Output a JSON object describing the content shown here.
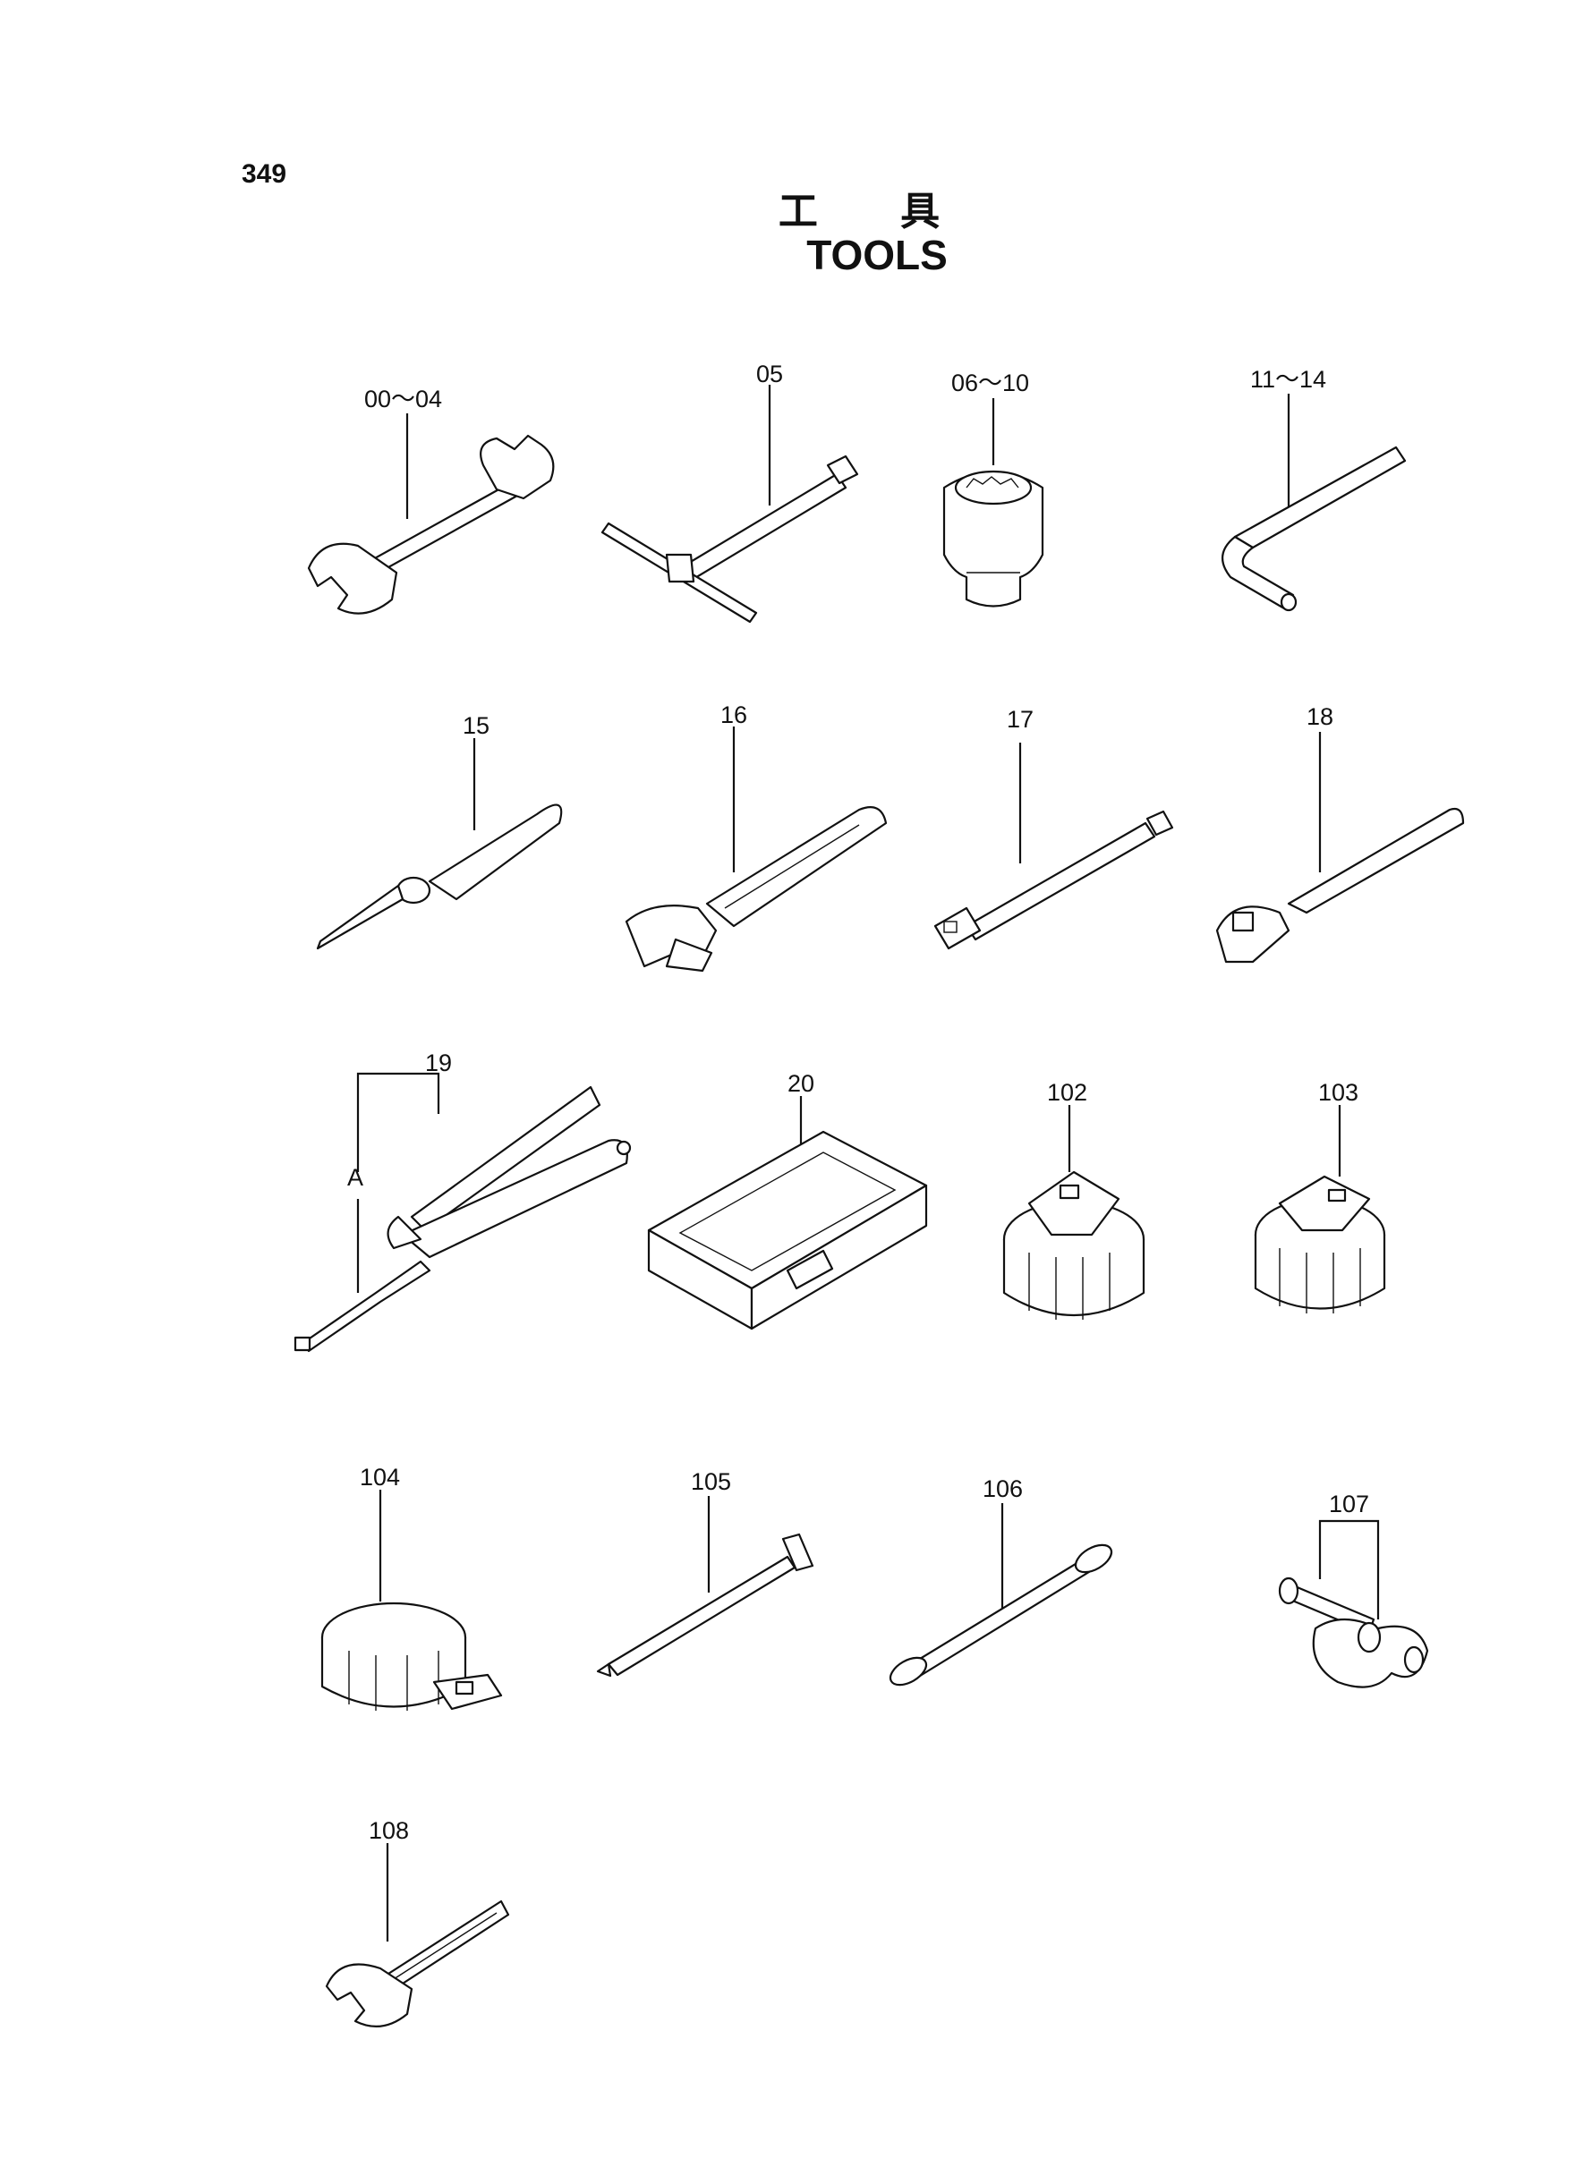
{
  "page": {
    "number": "349",
    "title_jp": "工 具",
    "title_en": "TOOLS"
  },
  "callouts": {
    "wrench": "00～04",
    "t_wrench": "05",
    "socket": "06～10",
    "hex_key": "11～14",
    "screwdriver": "15",
    "adjustable_wrench": "16",
    "extension_bar": "17",
    "ratchet_handle": "18",
    "grease_gun": "19",
    "grease_gun_sub": "A",
    "tool_box": "20",
    "filter_wrench_102": "102",
    "filter_wrench_103": "103",
    "filter_wrench_104": "104",
    "pin_punch": "105",
    "double_end_pin": "106",
    "pin_assembly": "107",
    "spanner_108": "108"
  }
}
